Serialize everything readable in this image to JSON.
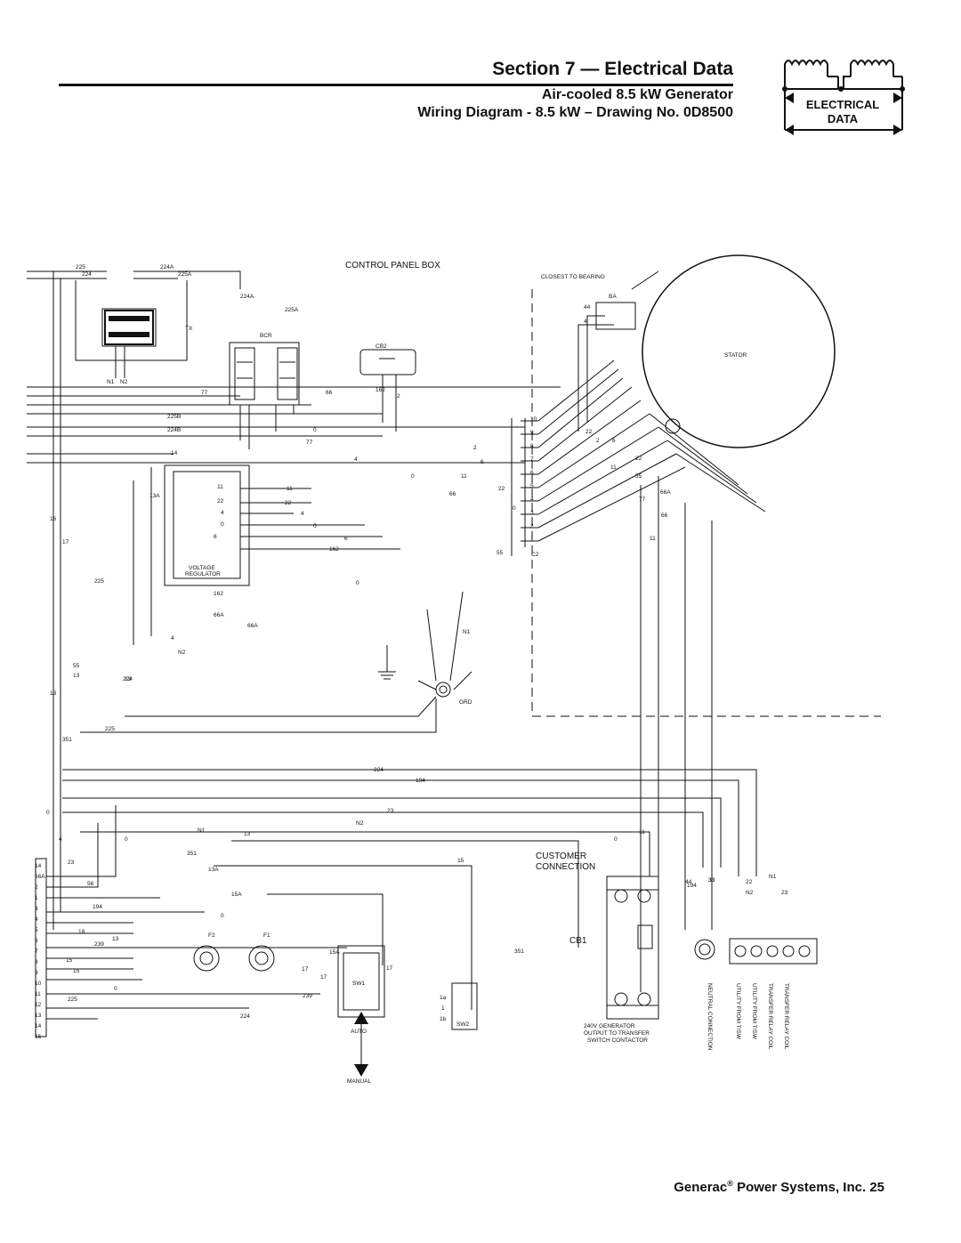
{
  "header": {
    "section_title": "Section 7 — Electrical Data",
    "subtitle_1": "Air-cooled 8.5 kW Generator",
    "subtitle_2": "Wiring Diagram - 8.5 kW – Drawing No. 0D8500",
    "badge_line1": "ELECTRICAL",
    "badge_line2": "DATA"
  },
  "diagram": {
    "control_panel_box": "CONTROL PANEL BOX",
    "closest_to_bearing": "CLOSEST TO BEARING",
    "ba": "BA",
    "stator": "STATOR",
    "cb2": "CB2",
    "bcr": "BCR",
    "tx": "TX",
    "voltage": "VOLTAGE",
    "regulator": "REGULATOR",
    "grd": "GRD",
    "c2": "C2",
    "customer": "CUSTOMER",
    "connection": "CONNECTION",
    "cb1": "CB1",
    "gen_line1": "240V GENERATOR",
    "gen_line2": "OUTPUT TO TRANSFER",
    "gen_line3": "SWITCH CONTACTOR",
    "sw1": "SW1",
    "sw2": "SW2",
    "auto": "AUTO",
    "manual": "MANUAL",
    "f1": "F1",
    "f2": "F2",
    "tb_neutral": "NEUTRAL CONNECTION",
    "tb_utility1": "UTILITY FROM T/SW",
    "tb_utility2": "UTILITY FROM T/SW",
    "tb_relay1": "TRANSFER RELAY COIL",
    "tb_relay2": "TRANSFER RELAY COIL",
    "sw2_1a": "1a",
    "sw2_1": "1",
    "sw2_1b": "1b"
  },
  "wire_labels": [
    "225",
    "224",
    "224A",
    "225A",
    "224A",
    "225A",
    "N1",
    "N2",
    "77",
    "66",
    "162",
    "2",
    "225B",
    "224B",
    "14",
    "4",
    "0",
    "77",
    "2",
    "6",
    "0",
    "11",
    "66",
    "22",
    "0",
    "55",
    "10",
    "9",
    "8",
    "7",
    "6",
    "5",
    "4",
    "3",
    "2",
    "1",
    "11",
    "22",
    "4",
    "0",
    "6",
    "162",
    "13A",
    "11",
    "22",
    "4",
    "0",
    "6",
    "162",
    "0",
    "66A",
    "66A",
    "4",
    "N2",
    "N1",
    "55",
    "13",
    "13",
    "13",
    "225",
    "351",
    "224",
    "194",
    "23",
    "N2",
    "N1",
    "13",
    "351",
    "13A",
    "15A",
    "0",
    "13",
    "239",
    "15A",
    "17",
    "15",
    "0",
    "225",
    "224",
    "15",
    "17",
    "17",
    "239",
    "15",
    "351",
    "0",
    "11",
    "44",
    "33",
    "22",
    "N2",
    "N1",
    "23",
    "194",
    "33",
    "22",
    "2",
    "6",
    "11",
    "22",
    "55",
    "66A",
    "77",
    "66",
    "11",
    "44",
    "4",
    "0",
    "4",
    "23",
    "56",
    "194",
    "18",
    "14",
    "66A",
    "2",
    "1",
    "3",
    "4",
    "5",
    "6",
    "7",
    "8",
    "9",
    "10",
    "11",
    "12",
    "13",
    "14",
    "15",
    "16",
    "17",
    "225",
    "224",
    "0",
    "13",
    "13"
  ],
  "footer": {
    "brand": "Generac",
    "reg": "®",
    "company": "Power Systems, Inc.",
    "page": "25"
  }
}
